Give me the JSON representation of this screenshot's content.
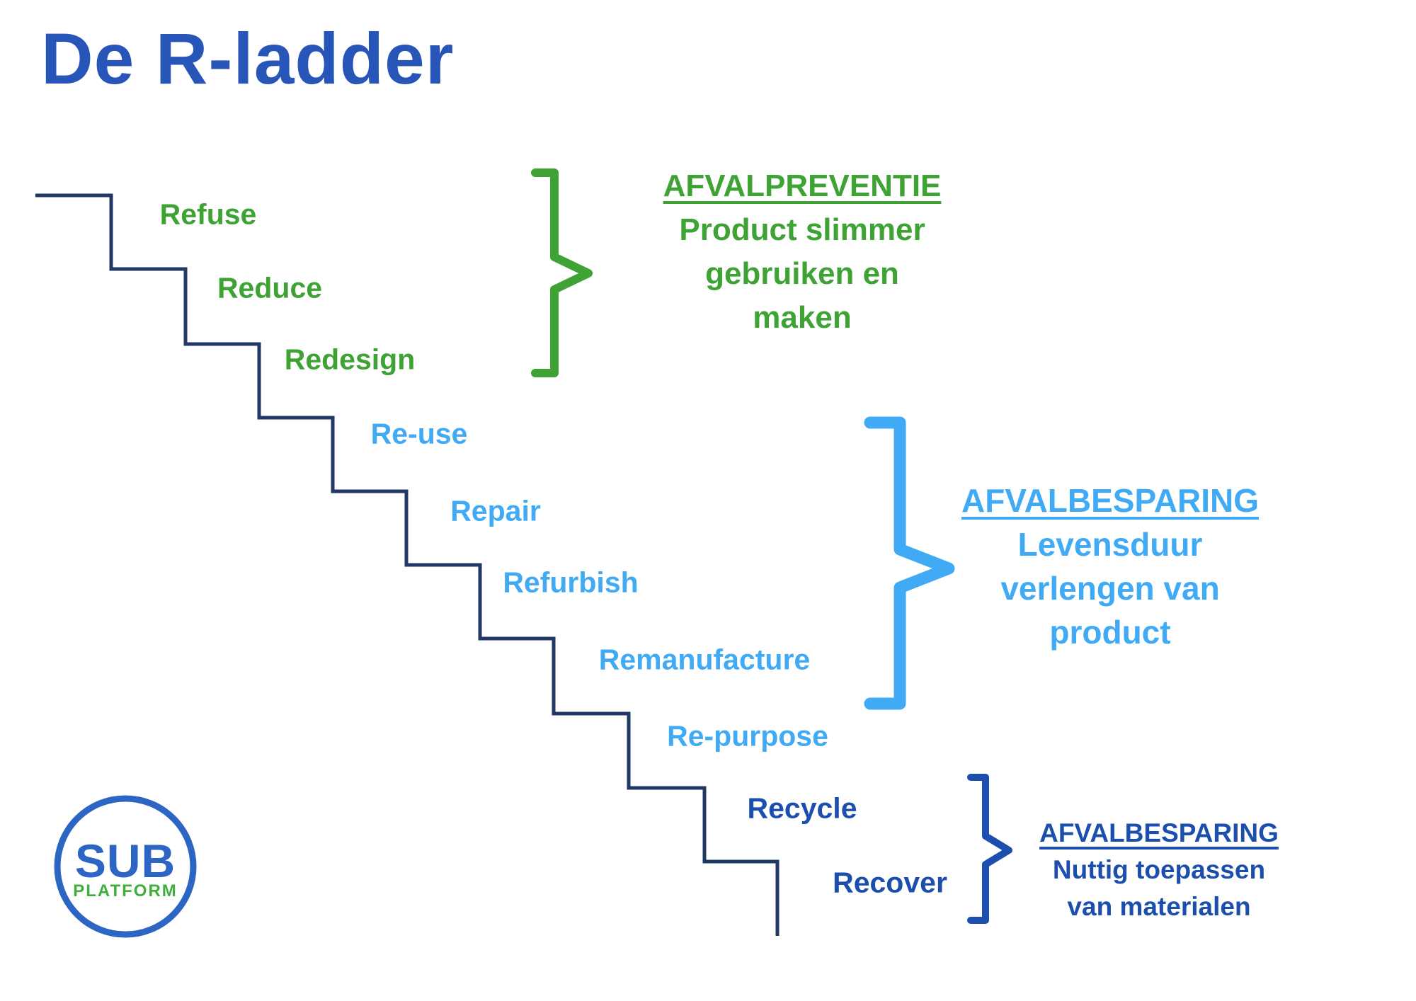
{
  "title": "De R-ladder",
  "colors": {
    "title_blue": "#2856b8",
    "stair_navy": "#1f3864",
    "green": "#3ea235",
    "light_blue": "#41aaf5",
    "dark_blue": "#1c4fad",
    "logo_blue": "#2d65c4",
    "logo_green": "#3fae3a"
  },
  "steps": [
    {
      "label": "Refuse",
      "group": "afvalpreventie"
    },
    {
      "label": "Reduce",
      "group": "afvalpreventie"
    },
    {
      "label": "Redesign",
      "group": "afvalpreventie"
    },
    {
      "label": "Re-use",
      "group": "afvalbesparing-levensduur"
    },
    {
      "label": "Repair",
      "group": "afvalbesparing-levensduur"
    },
    {
      "label": "Refurbish",
      "group": "afvalbesparing-levensduur"
    },
    {
      "label": "Remanufacture",
      "group": "afvalbesparing-levensduur"
    },
    {
      "label": "Re-purpose",
      "group": "afvalbesparing-levensduur"
    },
    {
      "label": "Recycle",
      "group": "afvalbesparing-materialen"
    },
    {
      "label": "Recover",
      "group": "afvalbesparing-materialen"
    }
  ],
  "brackets": [
    {
      "heading": "AFVALPREVENTIE",
      "lines": [
        "Product slimmer",
        "gebruiken en",
        "maken"
      ],
      "color": "#3ea235"
    },
    {
      "heading": "AFVALBESPARING",
      "lines": [
        "Levensduur",
        "verlengen van",
        "product"
      ],
      "color": "#41aaf5"
    },
    {
      "heading": "AFVALBESPARING",
      "lines": [
        "Nuttig toepassen",
        "van materialen"
      ],
      "color": "#1c4fad"
    }
  ],
  "logo": {
    "line1": "SUB",
    "line2": "PLATFORM"
  }
}
